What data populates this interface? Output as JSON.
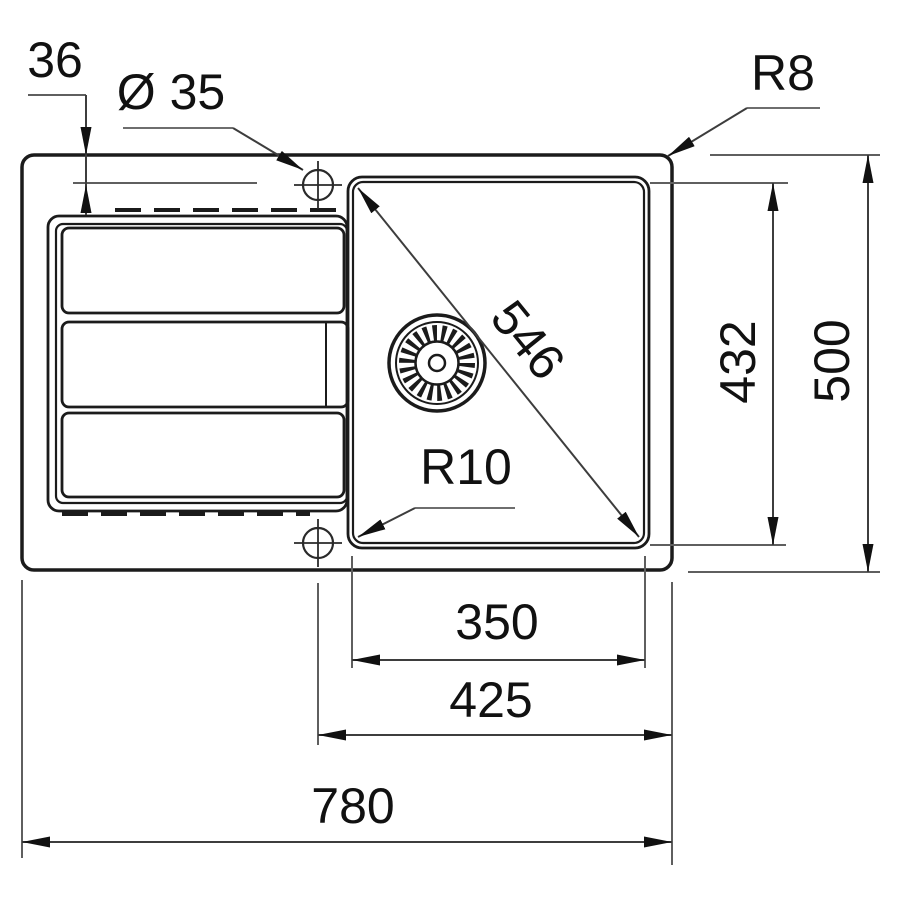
{
  "meta": {
    "type": "technical-dimension-drawing",
    "subject": "kitchen sink top view with drainer and single bowl"
  },
  "colors": {
    "background": "#ffffff",
    "body_line": "#1b1b1b",
    "dim_line": "#3d3d3d",
    "ext_line": "#5f5f5f",
    "leader_line": "#6e6e6e",
    "arrow_fill": "#111111",
    "text": "#111111"
  },
  "labels": {
    "hole_edge_offset": "36",
    "tap_hole_diameter": "Ø 35",
    "outer_corner_radius": "R8",
    "bowl_diagonal": "546",
    "bowl_length": "432",
    "overall_depth": "500",
    "bowl_corner_radius": "R10",
    "bowl_width": "350",
    "hole_to_right_edge": "425",
    "overall_width": "780"
  }
}
